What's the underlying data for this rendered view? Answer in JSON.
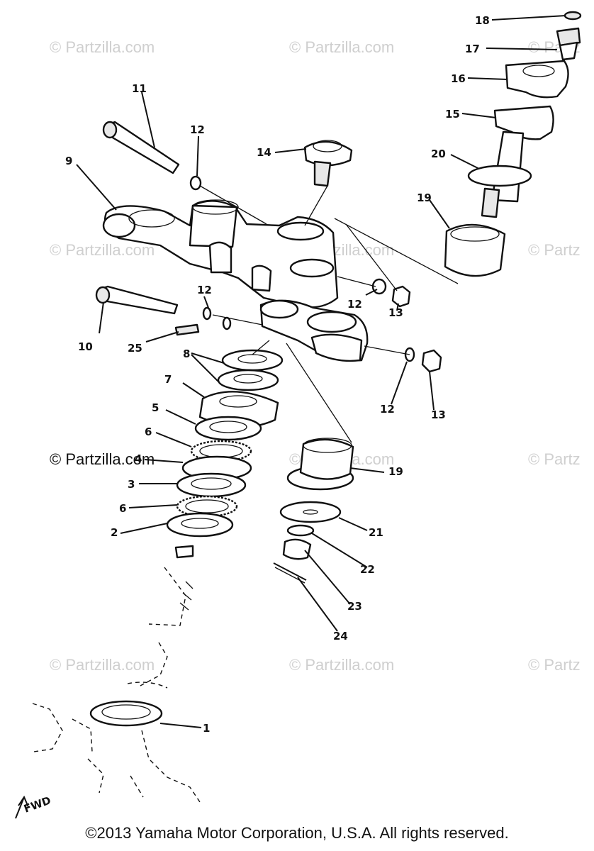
{
  "watermarks": {
    "faint": "© Partzilla.com",
    "faint_partial": "© Partz",
    "dark": "© Partzilla.com"
  },
  "copyright": "©2013 Yamaha Motor Corporation, U.S.A. All rights reserved.",
  "fwd_label": "FWD",
  "callouts": {
    "c1": "1",
    "c2": "2",
    "c3": "3",
    "c4": "4",
    "c5": "5",
    "c6a": "6",
    "c6b": "6",
    "c7": "7",
    "c8": "8",
    "c9": "9",
    "c10": "10",
    "c11": "11",
    "c12a": "12",
    "c12b": "12",
    "c12c": "12",
    "c12d": "12",
    "c13a": "13",
    "c13b": "13",
    "c14": "14",
    "c15": "15",
    "c16": "16",
    "c17": "17",
    "c18": "18",
    "c19a": "19",
    "c19b": "19",
    "c20": "20",
    "c21": "21",
    "c22": "22",
    "c23": "23",
    "c24": "24",
    "c25": "25"
  }
}
